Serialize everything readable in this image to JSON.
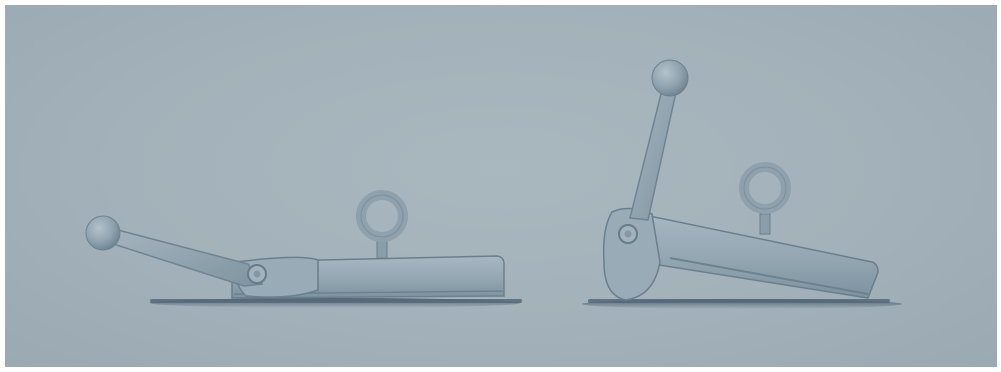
{
  "scene": {
    "background_color": "#a3b1ba",
    "frame_color": "#ffffff",
    "metal_light": "#9fb0bb",
    "metal_mid": "#8fa1ad",
    "metal_dark": "#6f8592",
    "shadow_color": "#4f6470",
    "objects": [
      {
        "name": "magnetic-lifter-handle-down",
        "state": "handle lowered"
      },
      {
        "name": "magnetic-lifter-handle-up",
        "state": "handle raised, body tilted"
      }
    ]
  }
}
